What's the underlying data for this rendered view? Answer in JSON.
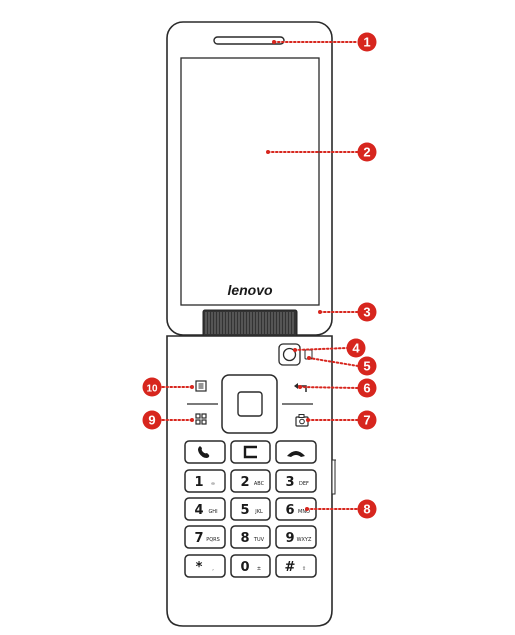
{
  "brand": {
    "logo_text": "lenovo"
  },
  "colors": {
    "outline": "#2a2a2a",
    "callout": "#d7261e",
    "callout_text": "#ffffff",
    "background": "#ffffff"
  },
  "icons": {
    "menu_key": "list-icon",
    "apps_key": "grid-icon",
    "back_key": "back-arrow-icon",
    "camera_key": "camera-icon",
    "call_key": "phone-icon",
    "clear_key": "clear-icon",
    "end_key": "end-call-icon",
    "front_camera": "front-camera-icon",
    "sensor": "sensor-icon"
  },
  "keypad": {
    "rows": [
      [
        {
          "main": "1",
          "sub": "∞"
        },
        {
          "main": "2",
          "sub": "ABC"
        },
        {
          "main": "3",
          "sub": "DEF"
        }
      ],
      [
        {
          "main": "4",
          "sub": "GHI"
        },
        {
          "main": "5",
          "sub": "JKL"
        },
        {
          "main": "6",
          "sub": "MNO"
        }
      ],
      [
        {
          "main": "7",
          "sub": "PQRS"
        },
        {
          "main": "8",
          "sub": "TUV"
        },
        {
          "main": "9",
          "sub": "WXYZ"
        }
      ],
      [
        {
          "main": "*",
          "sub": ","
        },
        {
          "main": "0",
          "sub": "±"
        },
        {
          "main": "#",
          "sub": "⇧"
        }
      ]
    ]
  },
  "callouts": [
    {
      "number": "1",
      "side": "right"
    },
    {
      "number": "2",
      "side": "right"
    },
    {
      "number": "3",
      "side": "right"
    },
    {
      "number": "4",
      "side": "right"
    },
    {
      "number": "5",
      "side": "right"
    },
    {
      "number": "6",
      "side": "right"
    },
    {
      "number": "7",
      "side": "right"
    },
    {
      "number": "8",
      "side": "right"
    },
    {
      "number": "9",
      "side": "left"
    },
    {
      "number": "10",
      "side": "left"
    }
  ]
}
